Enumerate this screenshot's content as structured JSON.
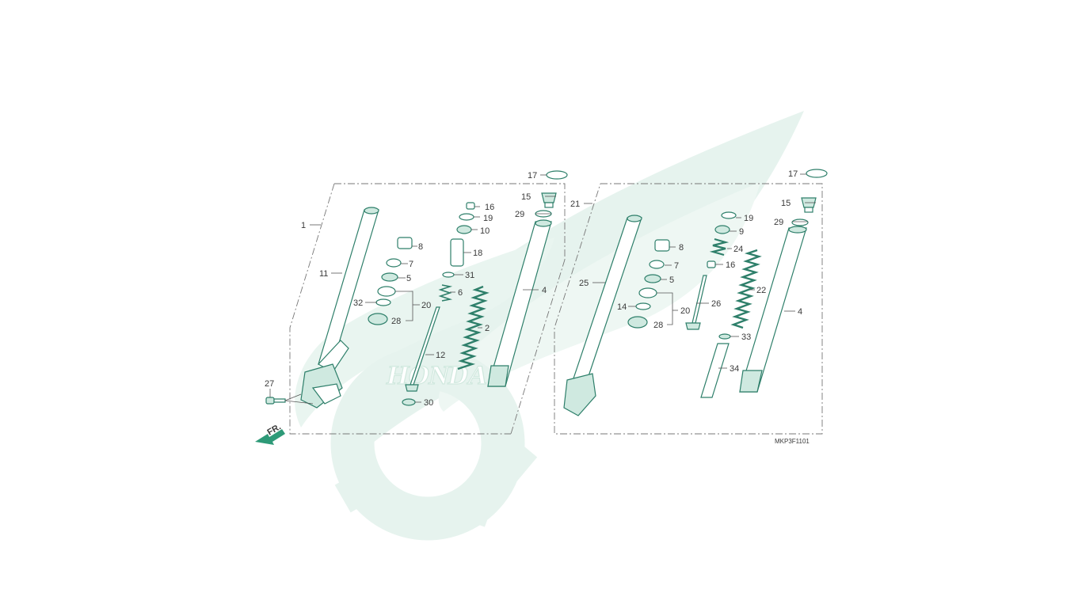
{
  "diagram": {
    "code": "MKP3F1101",
    "front_marker": "FR.",
    "watermark_text": "HONDA",
    "colors": {
      "part_stroke": "#2e7f6a",
      "watermark": "#e6f3ee",
      "frame": "#777777",
      "text": "#3a3a3a"
    },
    "callouts": {
      "c1": "1",
      "c2": "2",
      "c4": "4",
      "c5": "5",
      "c6": "6",
      "c7": "7",
      "c8": "8",
      "c10": "10",
      "c11": "11",
      "c12": "12",
      "c15": "15",
      "c16": "16",
      "c17": "17",
      "c18": "18",
      "c19": "19",
      "c20": "20",
      "c27": "27",
      "c28": "28",
      "c29": "29",
      "c30": "30",
      "c31": "31",
      "c32": "32",
      "d4": "4",
      "d5": "5",
      "d7": "7",
      "d8": "8",
      "d9": "9",
      "d14": "14",
      "d15": "15",
      "d16": "16",
      "d17": "17",
      "d19": "19",
      "d20": "20",
      "d21": "21",
      "d22": "22",
      "d24": "24",
      "d25": "25",
      "d26": "26",
      "d28": "28",
      "d29": "29",
      "d33": "33",
      "d34": "34"
    }
  }
}
